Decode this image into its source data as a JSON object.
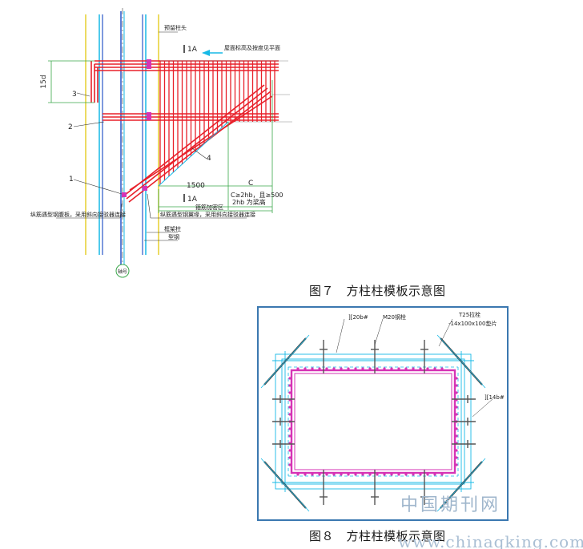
{
  "figure7": {
    "caption": "图７　方柱柱模板示意图",
    "labels": {
      "top_col": "预留柱头",
      "section_top": "1A",
      "section_bottom": "1A",
      "roof": "屋面标高及按度见平面",
      "dim_15d": "15d",
      "num_3": "3",
      "num_2": "2",
      "num_1": "1",
      "num_4": "4",
      "dim_1500": "1500",
      "dim_c": "C",
      "cond": "C≥2hb，且≥500",
      "cond2": "2hb 为梁高",
      "stirrup": "箍筋加密区",
      "left_note": "纵筋遇型钢腹板，采用斜向接驳器连接",
      "right_note": "纵筋遇型钢翼缘，采用斜向接驳器连接",
      "col_label": "框架柱",
      "steel_label": "型钢",
      "axis": "轴号"
    }
  },
  "figure8": {
    "caption": "图８　方柱柱模板示意图",
    "labels": {
      "channel_top": "][20b#",
      "bolt": "M20钢栓",
      "rod": "T25拉栓",
      "plate": "-14x100x100垫片",
      "channel_right": "][14b#"
    }
  },
  "watermark": {
    "cn": "中国期刊网",
    "url": "www.chinaqking.com"
  },
  "colors": {
    "rebar": "#e8202a",
    "steel_cyan": "#16b9e6",
    "steel_blue": "#2a56c8",
    "column_yellow": "#e6cf2e",
    "dim_green": "#3aa74a",
    "frame_blue": "#3b78b0",
    "formwork_magenta": "#d633b5"
  }
}
